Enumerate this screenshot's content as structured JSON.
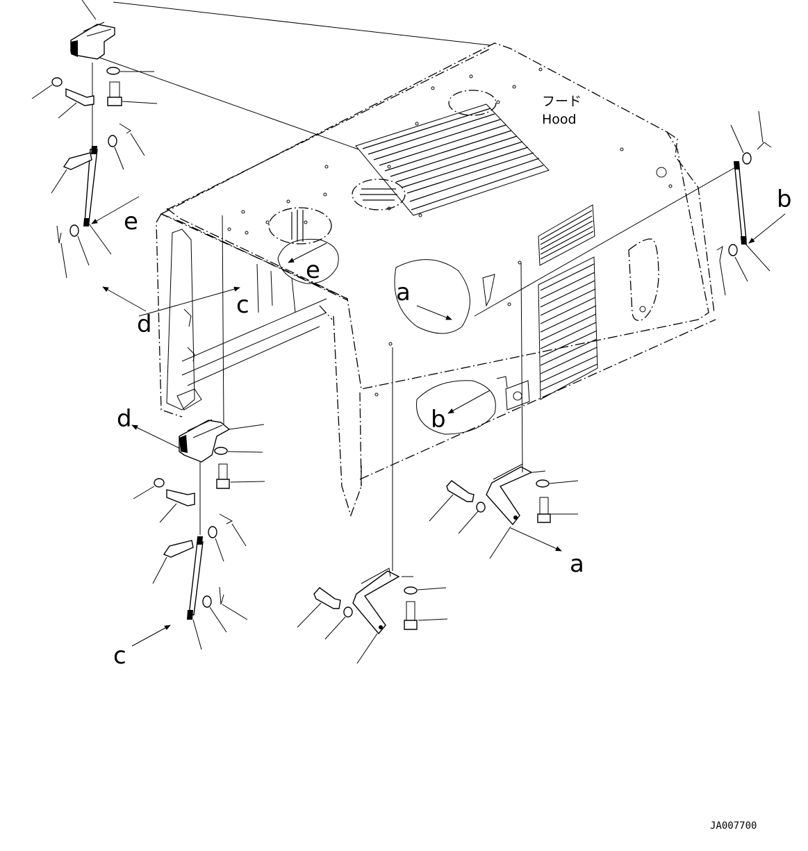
{
  "hood_label": {
    "japanese": "フード",
    "english": "Hood"
  },
  "callouts": {
    "a": "a",
    "b": "b",
    "c": "c",
    "d": "d",
    "e": "e"
  },
  "drawing_code": "JA007700"
}
